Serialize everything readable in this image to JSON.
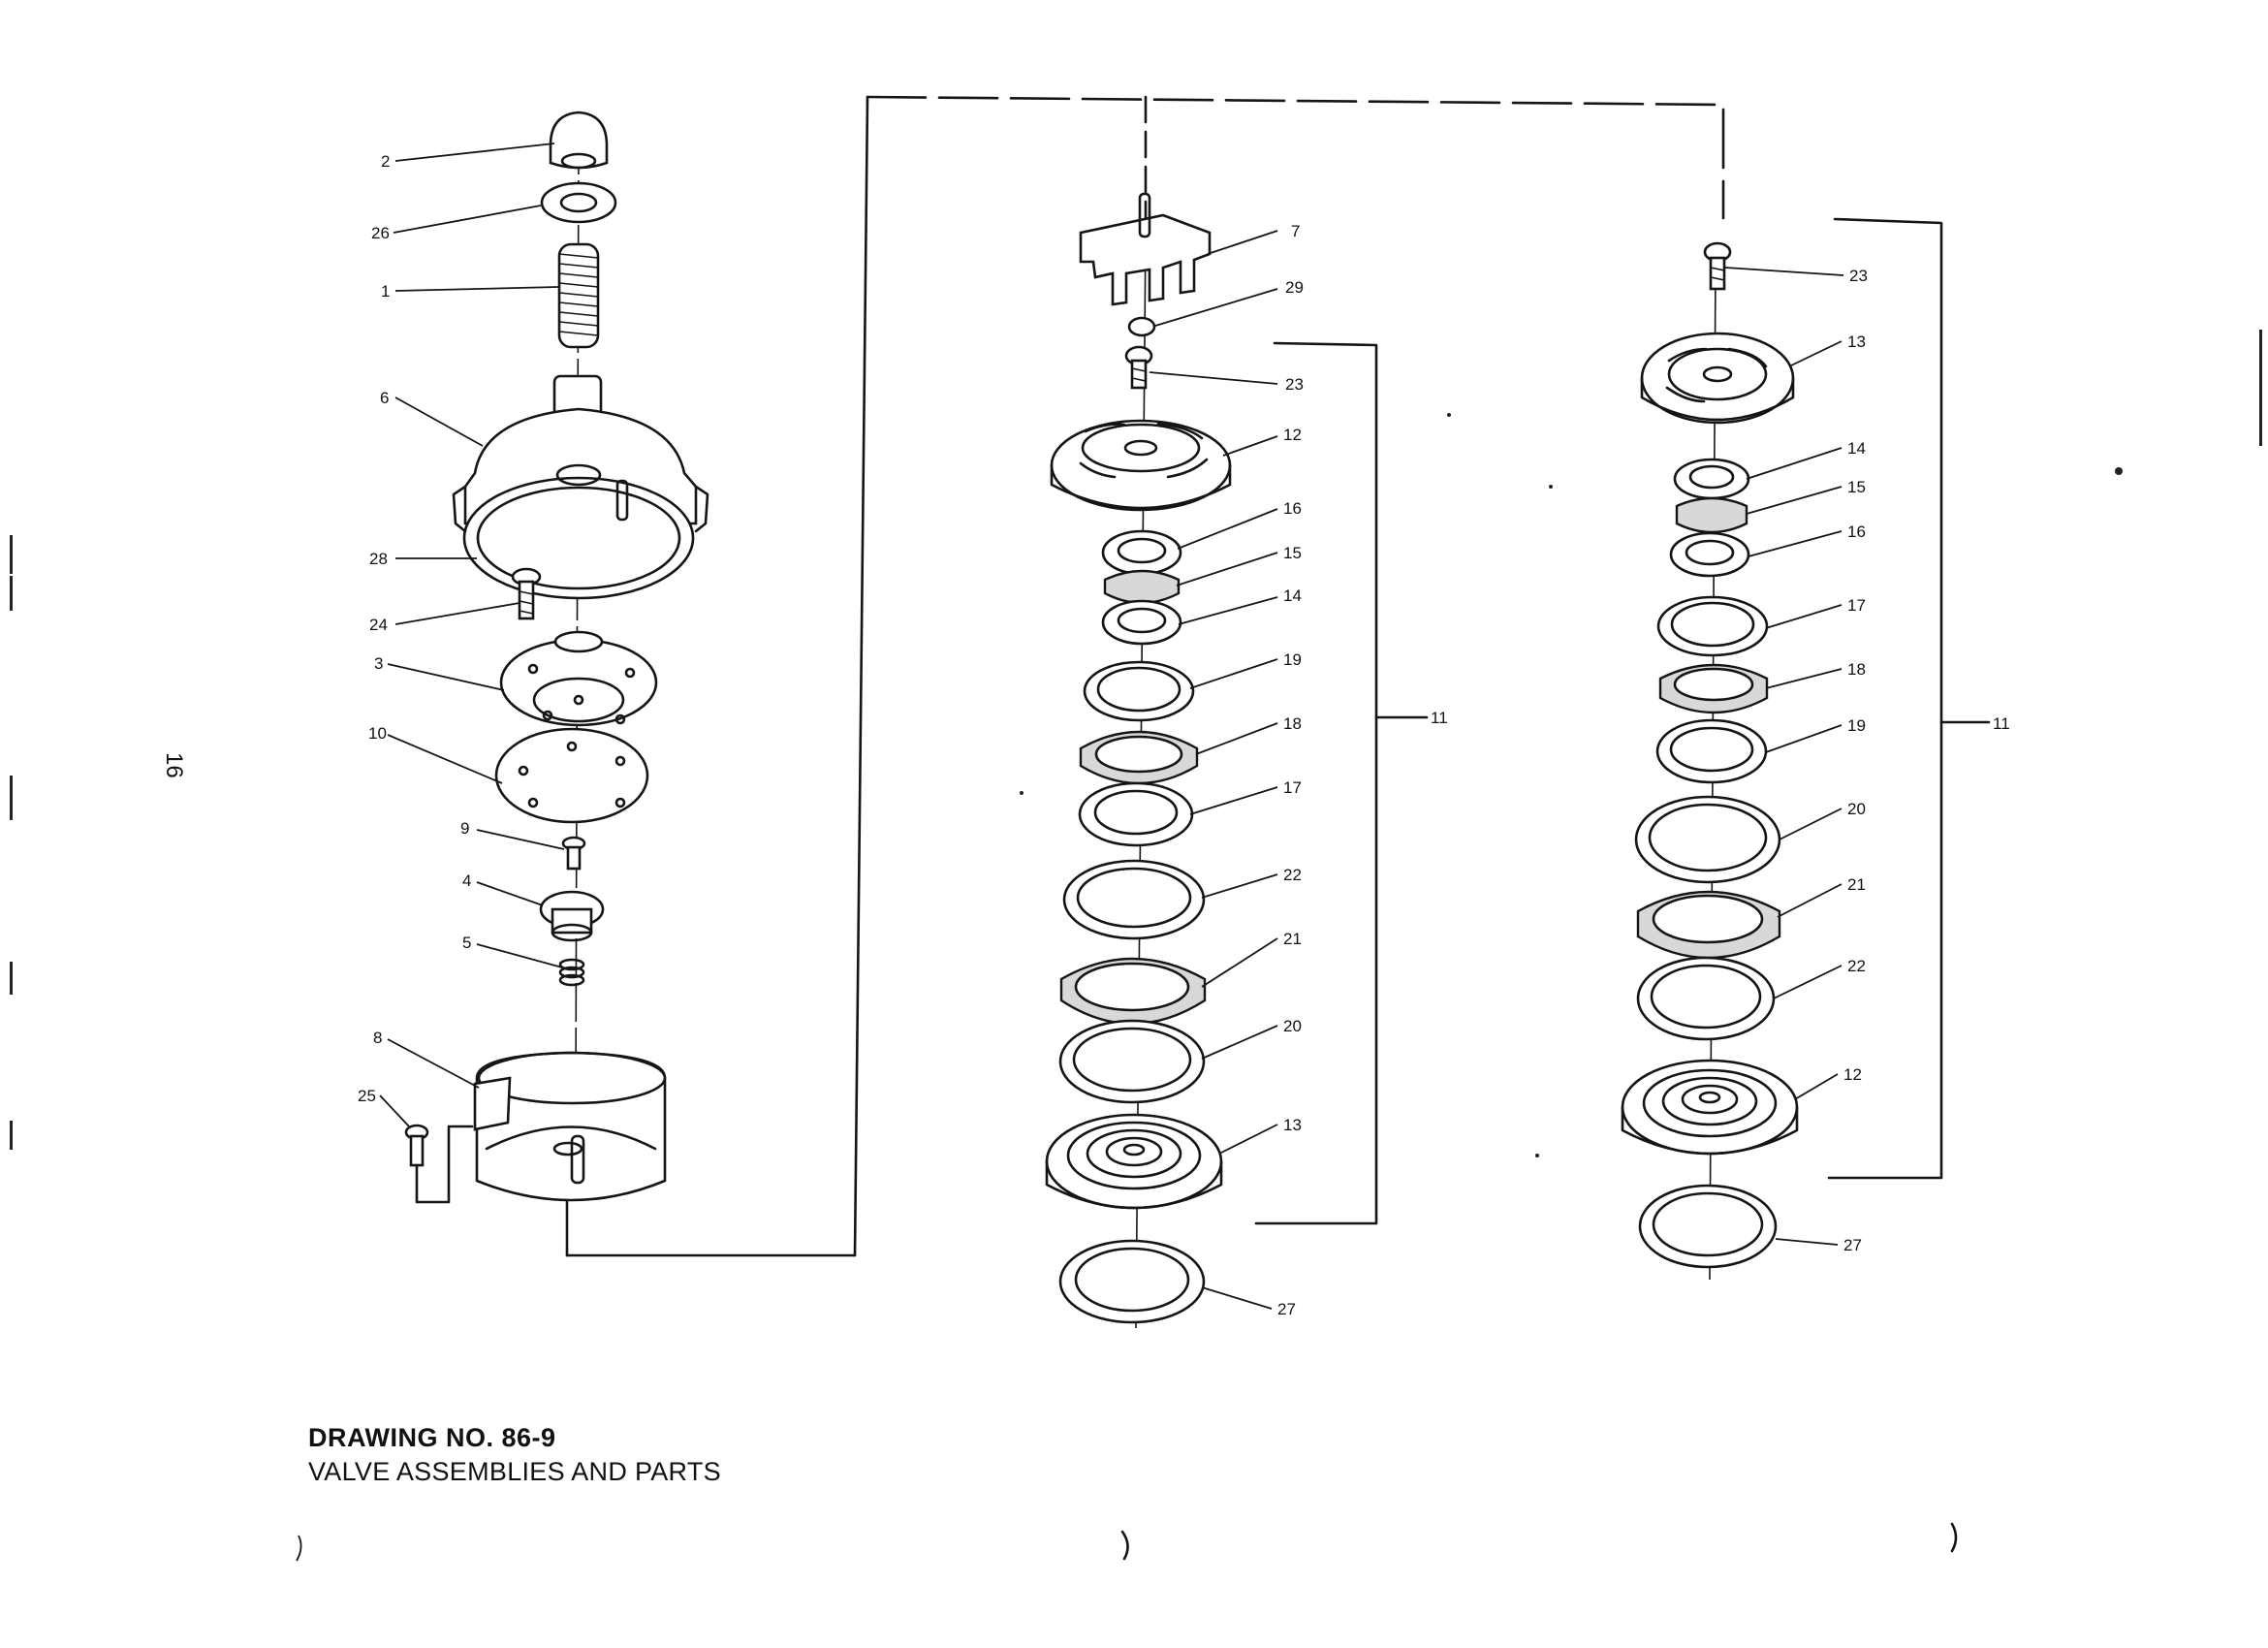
{
  "drawing": {
    "number": "DRAWING NO. 86-9",
    "title": "VALVE ASSEMBLIES AND PARTS",
    "page_number": "16"
  },
  "callouts": {
    "left": [
      "2",
      "26",
      "1",
      "6",
      "28",
      "24",
      "3",
      "10",
      "9",
      "4",
      "5",
      "8",
      "25"
    ],
    "middle": [
      "7",
      "29",
      "23",
      "12",
      "16",
      "15",
      "14",
      "19",
      "18",
      "17",
      "22",
      "21",
      "20",
      "13",
      "27",
      "11"
    ],
    "right": [
      "23",
      "13",
      "14",
      "15",
      "16",
      "17",
      "18",
      "19",
      "20",
      "21",
      "22",
      "12",
      "27",
      "11"
    ]
  }
}
